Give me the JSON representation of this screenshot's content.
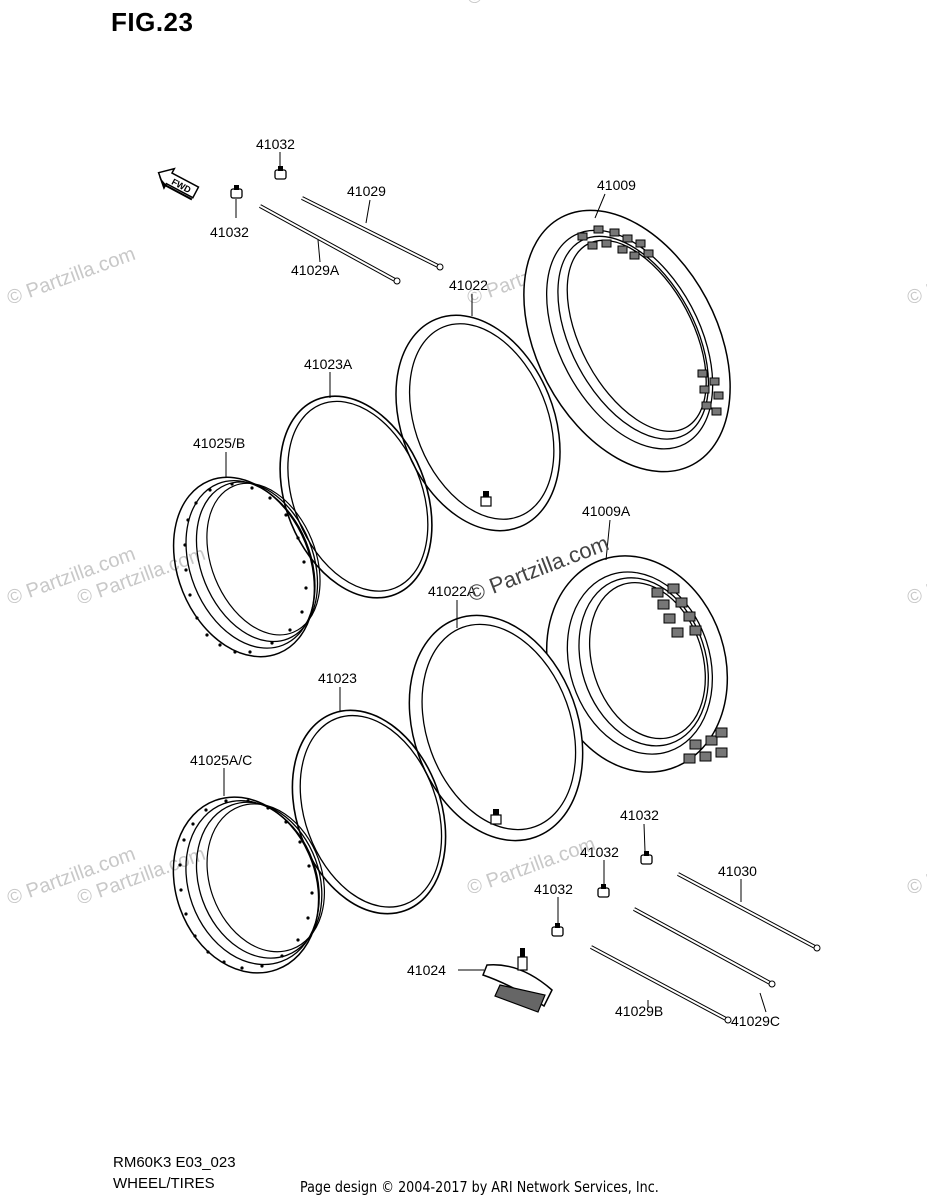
{
  "figure": {
    "title": "FIG.23"
  },
  "watermark": {
    "repeat": "© Partzilla.com",
    "main": "© Partzilla.com"
  },
  "fwd_label": "FWD",
  "labels": {
    "l41032_top": "41032",
    "l41032_left": "41032",
    "l41029": "41029",
    "l41029A": "41029A",
    "l41009": "41009",
    "l41022": "41022",
    "l41023A": "41023A",
    "l41025B": "41025/B",
    "l41009A": "41009A",
    "l41022A": "41022A",
    "l41023": "41023",
    "l41025AC": "41025A/C",
    "l41032_r1": "41032",
    "l41032_r2": "41032",
    "l41032_r3": "41032",
    "l41030": "41030",
    "l41024": "41024",
    "l41029B": "41029B",
    "l41029C": "41029C"
  },
  "footer": {
    "model_code": "RM60K3 E03_023",
    "section": "WHEEL/TIRES",
    "copyright": "Page design © 2004-2017 by ARI Network Services, Inc."
  }
}
